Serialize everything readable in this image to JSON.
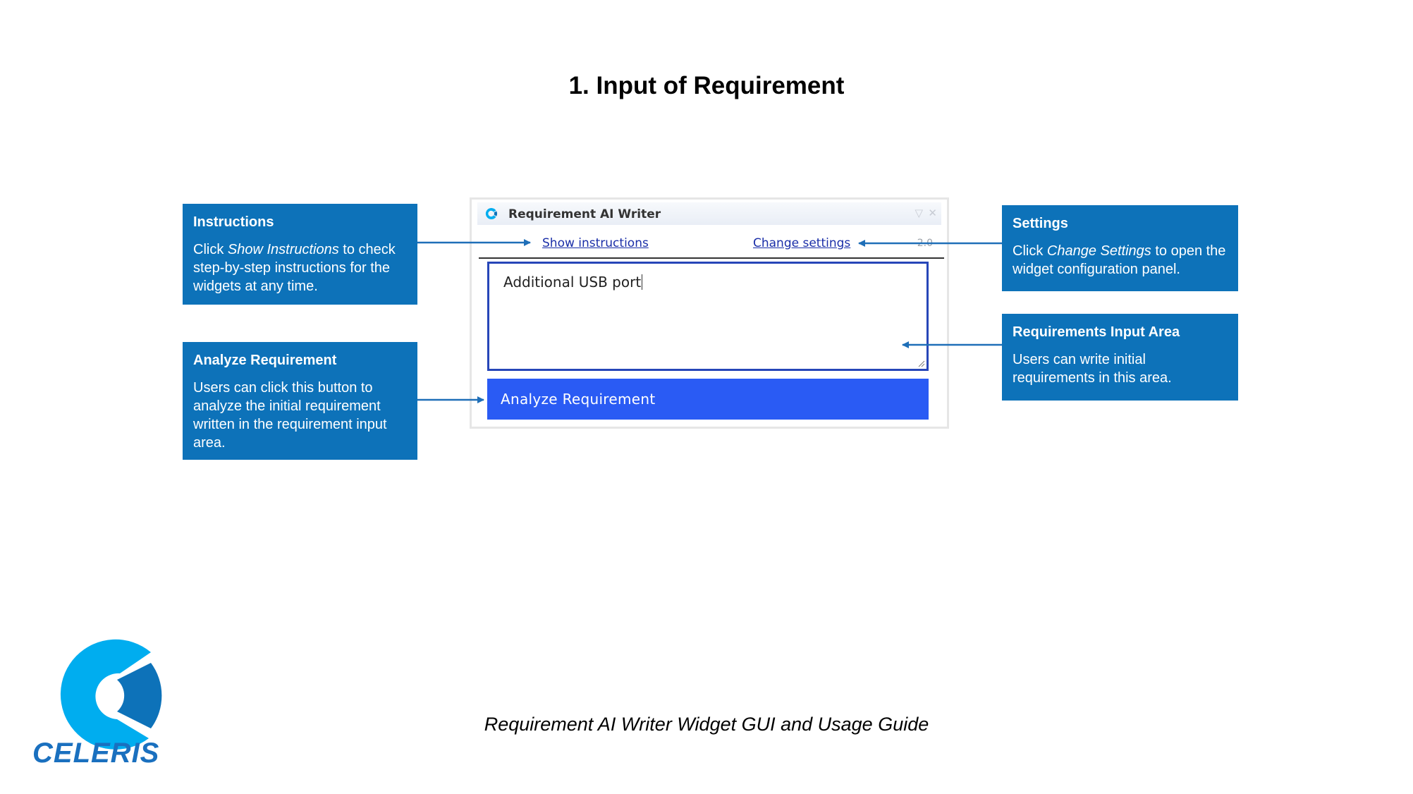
{
  "slide": {
    "title": "1. Input of Requirement",
    "caption": "Requirement AI Writer Widget GUI and Usage Guide",
    "logo_text": "CELERIS"
  },
  "callouts": {
    "instructions": {
      "title": "Instructions",
      "body_pre": "Click ",
      "body_em": "Show Instructions",
      "body_post": " to check step-by-step instructions for the widgets at any time."
    },
    "settings": {
      "title": "Settings",
      "body_pre": "Click ",
      "body_em": "Change Settings",
      "body_post": " to open the widget configuration panel."
    },
    "input_area": {
      "title": "Requirements Input Area",
      "body": "Users can write initial requirements in this area."
    },
    "analyze": {
      "title": "Analyze Requirement",
      "body": "Users can click this button to analyze the initial requirement written in the requirement input area."
    }
  },
  "widget": {
    "title": "Requirement AI Writer",
    "show_instructions": "Show instructions",
    "change_settings": "Change settings",
    "version": "2.0",
    "input_value": "Additional USB port",
    "analyze_button": "Analyze Requirement",
    "colors": {
      "button": "#2a5bf4",
      "link": "#1a2ea8",
      "input_border": "#2746b8"
    }
  },
  "colors": {
    "callout": "#0d72b9",
    "arrow": "#1f6fb8",
    "logo": "#00adef"
  },
  "icons": {
    "widget_logo": "celeris-c-icon",
    "minimize": "triangle-down-icon",
    "close": "close-icon",
    "resize": "resize-grip-icon"
  }
}
